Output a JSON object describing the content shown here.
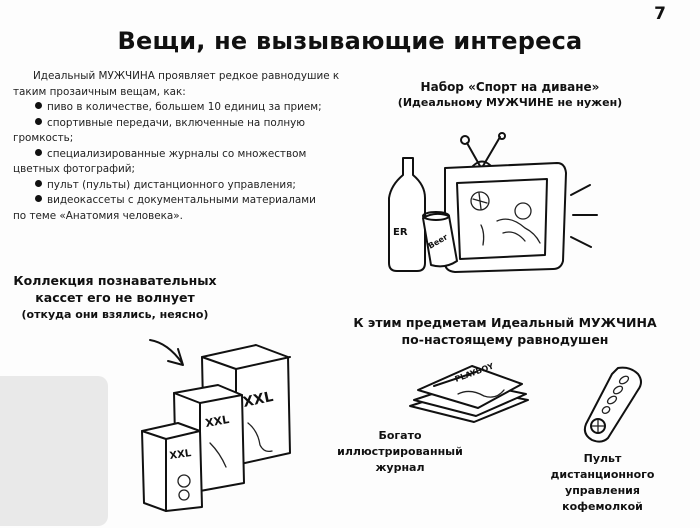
{
  "page_number": "7",
  "title": "Вещи, не вызывающие интереса",
  "intro": {
    "text": "Идеальный МУЖЧИНА проявляет редкое равнодушие к таким прозаичным вещам, как:",
    "items": [
      "пиво в количестве, большем 10 единиц за прием;",
      "спортивные передачи, включенные на полную громкость;",
      "специализированные журналы со множеством цветных фотографий;",
      "пульт (пульты) дистанционного управления;",
      "видеокассеты с документальными материалами"
    ],
    "closing": "по теме «Анатомия человека»."
  },
  "sport_set": {
    "title": "Набор «Спорт на диване»",
    "subtitle": "(Идеальному МУЖЧИНЕ не нужен)"
  },
  "collection": {
    "line1": "Коллекция познавательных",
    "line2": "кассет его не волнует",
    "subtitle": "(откуда они взялись, неясно)"
  },
  "indifferent": {
    "line1": "К этим предметам Идеальный МУЖЧИНА",
    "line2": "по-настоящему равнодушен"
  },
  "magazine_caption": {
    "line1": "Богато",
    "line2": "иллюстрированный",
    "line3": "журнал"
  },
  "remote_caption": {
    "line1": "Пульт",
    "line2": "дистанционного",
    "line3": "управления",
    "line4": "кофемолкой"
  },
  "illustration_labels": {
    "bottle": "ER",
    "can": "Beer",
    "cassette_1": "XXL",
    "cassette_2": "XXL",
    "cassette_3": "XXL",
    "magazine": "PLAYBOY"
  }
}
